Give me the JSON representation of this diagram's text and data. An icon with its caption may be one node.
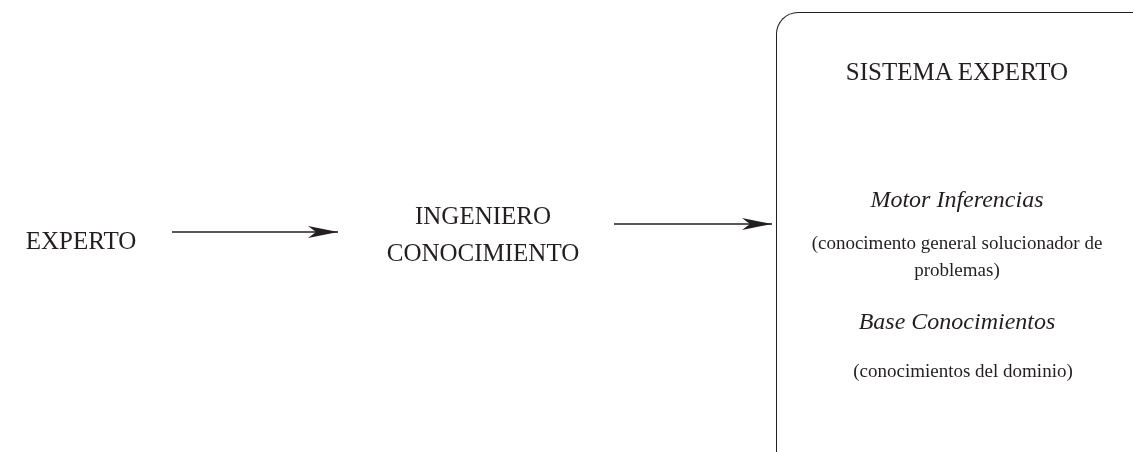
{
  "diagram": {
    "nodes": [
      {
        "text": [
          "EXPERTO"
        ]
      },
      {
        "text": [
          "INGENIERO CONOCIMIENTO"
        ]
      },
      {
        "text": [
          "SISTEMA EXPERTO",
          "Motor Inferencias",
          "(conocimento general solucionador de problemas)",
          "Base Conocimientos",
          "(conocimientos del dominio)"
        ]
      }
    ],
    "edges": [
      {
        "from": 0,
        "to": 1,
        "arrow": "to"
      },
      {
        "from": 1,
        "to": 2,
        "arrow": "to"
      }
    ]
  }
}
